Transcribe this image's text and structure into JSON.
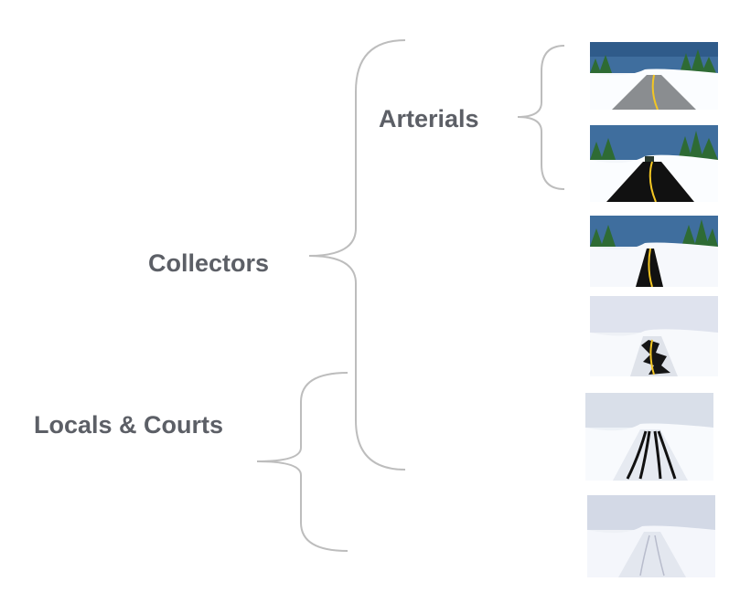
{
  "labels": {
    "arterials": "Arterials",
    "collectors": "Collectors",
    "locals": "Locals & Courts"
  },
  "thumbnails": [
    {
      "icon": "plowed-road-gray-icon"
    },
    {
      "icon": "plowed-road-black-icon"
    },
    {
      "icon": "partially-plowed-road-icon"
    },
    {
      "icon": "patchy-snow-road-icon"
    },
    {
      "icon": "tire-tracks-snow-road-icon"
    },
    {
      "icon": "snow-covered-road-icon"
    }
  ],
  "colors": {
    "label": "#5c5f66",
    "brace": "#bdbdbd"
  }
}
